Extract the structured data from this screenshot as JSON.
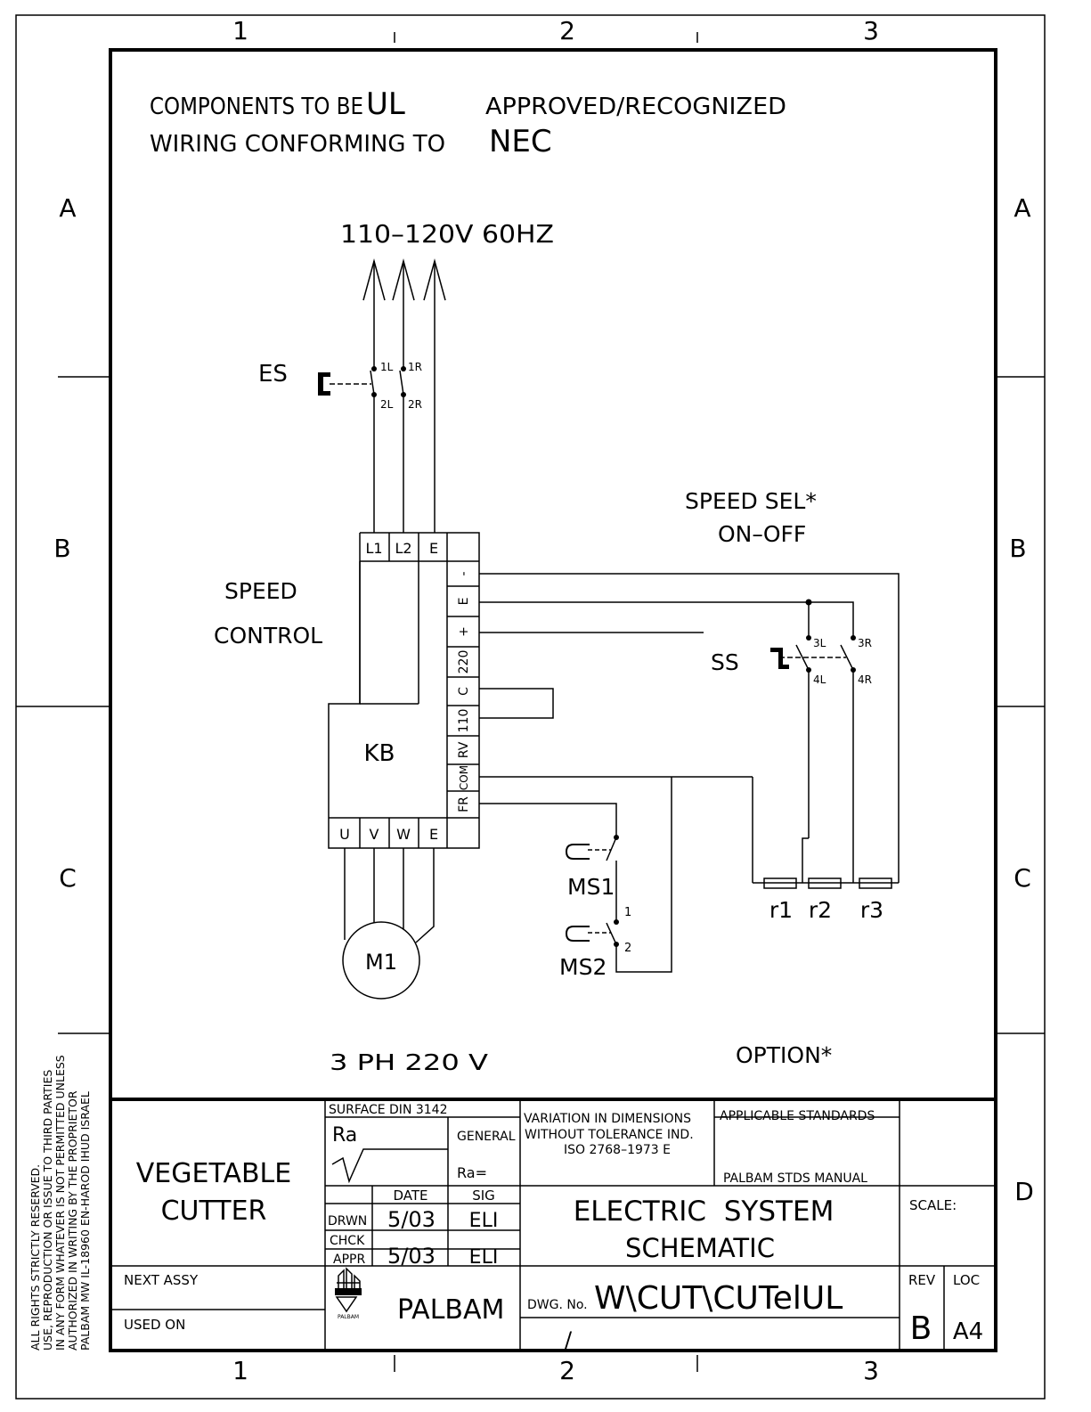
{
  "border": {
    "column_numbers": [
      "1",
      "2",
      "3"
    ],
    "row_letters": [
      "A",
      "B",
      "C",
      "D"
    ]
  },
  "notes": {
    "line1_a": "COMPONENTS TO BE",
    "line1_ul": "UL",
    "line1_b": "APPROVED/RECOGNIZED",
    "line2_a": "WIRING CONFORMING TO",
    "line2_nec": "NEC"
  },
  "schematic": {
    "supply": "110–120V 60HZ",
    "es_label": "ES",
    "es_contacts": [
      "1L",
      "1R",
      "2L",
      "2R"
    ],
    "speed_control": [
      "SPEED",
      "CONTROL"
    ],
    "kb_label": "KB",
    "top_terminals": [
      "L1",
      "L2",
      "E"
    ],
    "side_terminals": [
      "-",
      "E",
      "+",
      "220",
      "C",
      "110",
      "RV",
      "COM",
      "FR"
    ],
    "bottom_terminals": [
      "U",
      "V",
      "W",
      "E"
    ],
    "motor": "M1",
    "motor_supply": "3 PH 220 V",
    "speed_sel": [
      "SPEED SEL*",
      "ON–OFF"
    ],
    "ss_label": "SS",
    "ss_contacts": [
      "3L",
      "3R",
      "4L",
      "4R"
    ],
    "resistors": [
      "r1",
      "r2",
      "r3"
    ],
    "ms1": "MS1",
    "ms2": "MS2",
    "ms_contacts": [
      "1",
      "2"
    ],
    "option": "OPTION*"
  },
  "side_note": [
    "ALL RIGHTS STRICTLY RESERVED.",
    "USE, REPRODUCTION OR ISSUE TO THIRD PARTIES",
    "IN ANY FORM WHATEVER IS NOT PERMITTED UNLESS",
    "AUTHORIZED IN WRITING BY THE PROPRIETOR",
    "PALBAM MW IL-18960 EN-HAROD IHUD  ISRAEL"
  ],
  "title_block": {
    "product": [
      "VEGETABLE",
      "CUTTER"
    ],
    "surface": "SURFACE DIN 3142",
    "ra": "Ra",
    "general": "GENERAL",
    "ra_eq": "Ra=",
    "variation": [
      "VARIATION IN DIMENSIONS",
      "WITHOUT TOLERANCE IND.",
      "ISO 2768–1973 E"
    ],
    "applicable": "APPLICABLE STANDARDS",
    "palbam_manual": "PALBAM STDS MANUAL",
    "date_header": "DATE",
    "sig_header": "SIG",
    "rows": [
      {
        "label": "DRWN",
        "date": "5/03",
        "sig": "ELI"
      },
      {
        "label": "CHCK",
        "date": "",
        "sig": ""
      },
      {
        "label": "APPR",
        "date": "5/03",
        "sig": "ELI"
      }
    ],
    "title": [
      "ELECTRIC  SYSTEM",
      "SCHEMATIC"
    ],
    "scale": "SCALE:",
    "next_assy": "NEXT ASSY",
    "used_on": "USED ON",
    "company": "PALBAM",
    "logo_text": "PALBAM",
    "dwg_label": "DWG. No.",
    "dwg_no": "W\\CUT\\CUTelUL",
    "dwg_sub": "/",
    "rev_label": "REV",
    "rev": "B",
    "loc_label": "LOC",
    "loc": "A4"
  }
}
